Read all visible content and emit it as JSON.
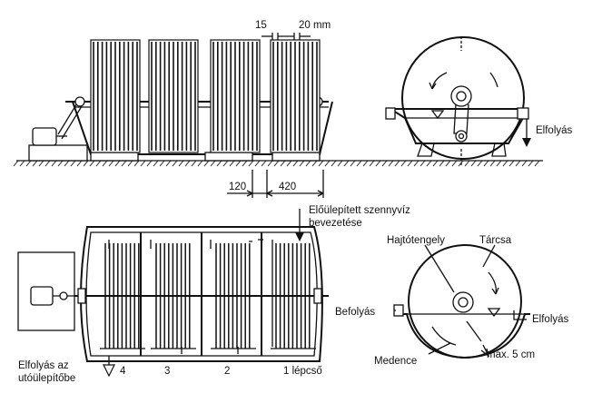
{
  "labels": {
    "dim_15": "15",
    "dim_20mm": "20 mm",
    "elfolyas_right": "Elfolyás",
    "dim_120": "120",
    "dim_420": "420",
    "inflow_line1": "Előülepített szennyvíz",
    "inflow_line2": "bevezetése",
    "drive_shaft": "Hajtótengely",
    "disc": "Tárcsa",
    "betolyas": "Befolyás",
    "elfolyas_small": "Elfolyás",
    "basin": "Medence",
    "max_depth": "max. 5 cm",
    "outflow_line1": "Elfolyás az",
    "outflow_line2": "utóülepítőbe",
    "stage_4": "4",
    "stage_3": "3",
    "stage_2": "2",
    "stage_1": "1 lépcső"
  }
}
